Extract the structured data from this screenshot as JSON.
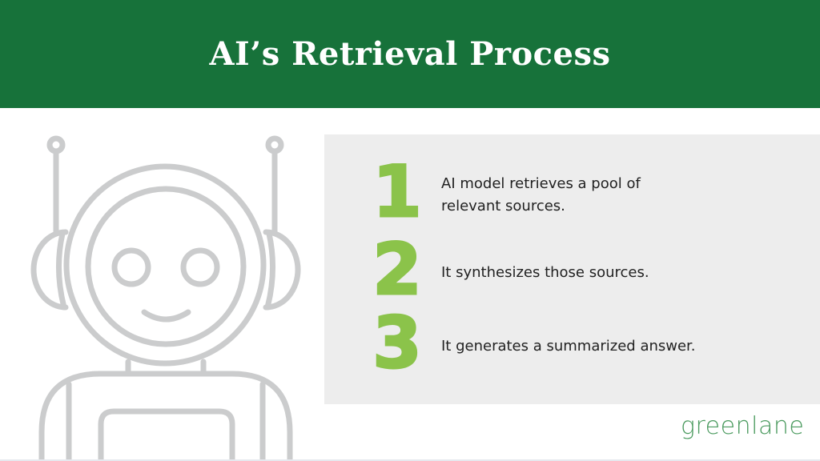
{
  "header": {
    "title": "AI’s Retrieval Process"
  },
  "steps": [
    {
      "number": "1",
      "text": "AI model retrieves a pool of relevant sources."
    },
    {
      "number": "2",
      "text": "It synthesizes those sources."
    },
    {
      "number": "3",
      "text": "It generates a summarized answer."
    }
  ],
  "brand": {
    "logo": "greenlane"
  },
  "colors": {
    "header": "#17723a",
    "accent": "#8bc34a",
    "robot": "#cbcccd",
    "panel": "#ededed",
    "logo": "#4a9a5e"
  },
  "icons": {
    "illustration": "robot-icon"
  }
}
